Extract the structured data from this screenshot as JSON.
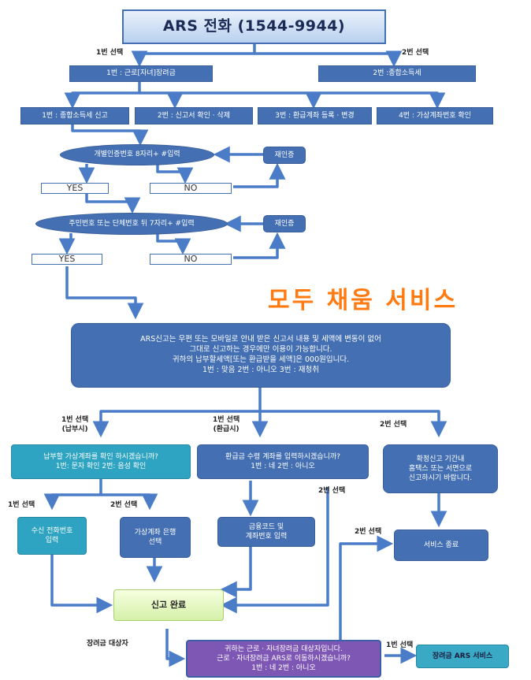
{
  "title": "ARS 전화 (1544-9944)",
  "service_title": "모두 채움 서비스",
  "labels": {
    "select1": "1번 선택",
    "select2": "2번 선택",
    "select1_pay": "1번 선택\n(납부시)",
    "select1_refund": "1번 선택\n(환급시)",
    "beneficiary": "장려금 대상자"
  },
  "nodes": {
    "menu1": "1번 : 근로[자녀]장려금",
    "menu2": "2번 :종합소득세",
    "sub1": "1번 : 종합소득세 신고",
    "sub2": "2번 : 신고서 확인 · 삭제",
    "sub3": "3번 : 환급계좌 등록 · 변경",
    "sub4": "4번 : 가상계좌번호 확인",
    "auth1": "개별인증번호 8자리+ #입력",
    "reauth1": "재인증",
    "yes1": "YES",
    "no1": "NO",
    "auth2": "주민번호 또는 단체번호 뒤 7자리+ #입력",
    "reauth2": "재인증",
    "yes2": "YES",
    "no2": "NO",
    "info": "ARS신고는 우편 또는 모바일로 안내 받은 신고서 내용 및 세액에 변동이 없어\n그대로 신고하는 경우에만 이용이 가능합니다.\n귀하의 납부할세액[또는 환급받을 세액]은 000원입니다.\n1번 : 맞음          2번 : 아니오        3번 : 재청취",
    "virtual_q": "납부할 가상계좌를 확인 하시겠습니까?\n1번: 문자 확인  2번: 음성 확인",
    "refund_q": "환급금 수령 계좌를 입력하시겠습니까?\n1번 : 네       2번 : 아니오",
    "confirm": "확정신고 기간내\n홈택스 또는 서면으로\n신고하시기 바랍니다.",
    "phone": "수신 전화번호\n입력",
    "bank": "가상계좌 은행\n선택",
    "code": "금융코드 및\n계좌번호 입력",
    "end": "서비스 종료",
    "done": "신고 완료",
    "move": "귀하는 근로 · 자녀장려금 대상자입니다.\n근로 · 자녀장려금 ARS로 이동하시겠습니까?\n1번 : 네           2번 : 아니오",
    "incentive": "장려금 ARS 서비스"
  },
  "colors": {
    "box_blue": "#4470b3",
    "box_teal": "#2ea3c2",
    "arrow": "#4a7cc7",
    "service_title": "#ff7a10",
    "purple": "#7e57b5",
    "complete_green": "#d5f0a8"
  }
}
